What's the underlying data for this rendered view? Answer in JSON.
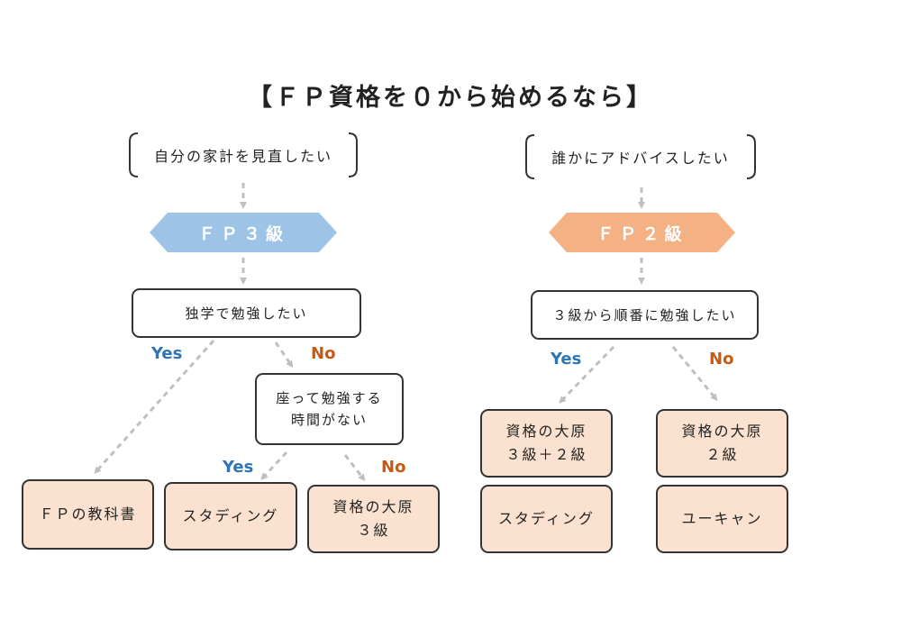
{
  "title": "【ＦＰ資格を０から始めるなら】",
  "left": {
    "question": "自分の家計を見直したい",
    "level": "ＦＰ３級",
    "q2": "独学で勉強したい",
    "yes": "Yes",
    "no": "No",
    "q3": "座って勉強する\n時間がない",
    "yes2": "Yes",
    "no2": "No",
    "result_textbook": "ＦＰの教科書",
    "result_studying": "スタディング",
    "result_ohara": "資格の大原\n３級"
  },
  "right": {
    "question": "誰かにアドバイスしたい",
    "level": "ＦＰ２級",
    "q2": "３級から順番に勉強したい",
    "yes": "Yes",
    "no": "No",
    "result_ohara_combo": "資格の大原\n３級＋２級",
    "result_ohara_2": "資格の大原\n２級",
    "result_studying": "スタディング",
    "result_ucan": "ユーキャン"
  },
  "colors": {
    "level3_fill": "#9dc3e6",
    "level2_fill": "#f4b183",
    "result_fill": "#fbe1cf",
    "yes": "#2e75b6",
    "no": "#c55a11",
    "arrow": "#bfbfbf"
  }
}
